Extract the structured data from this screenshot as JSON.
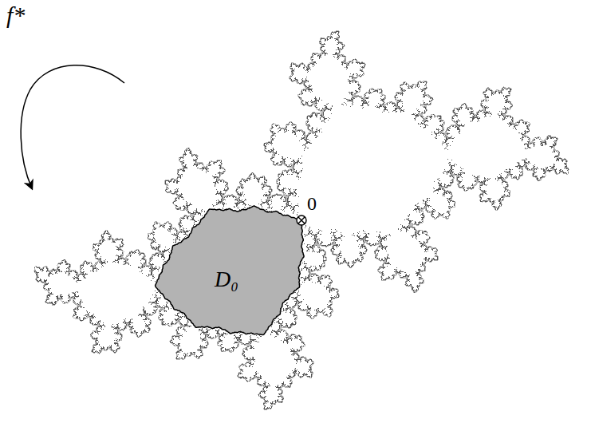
{
  "diagram": {
    "nodes": [
      {
        "text": [
          "D₀"
        ]
      }
    ],
    "labels": [
      "f*",
      "0"
    ]
  }
}
